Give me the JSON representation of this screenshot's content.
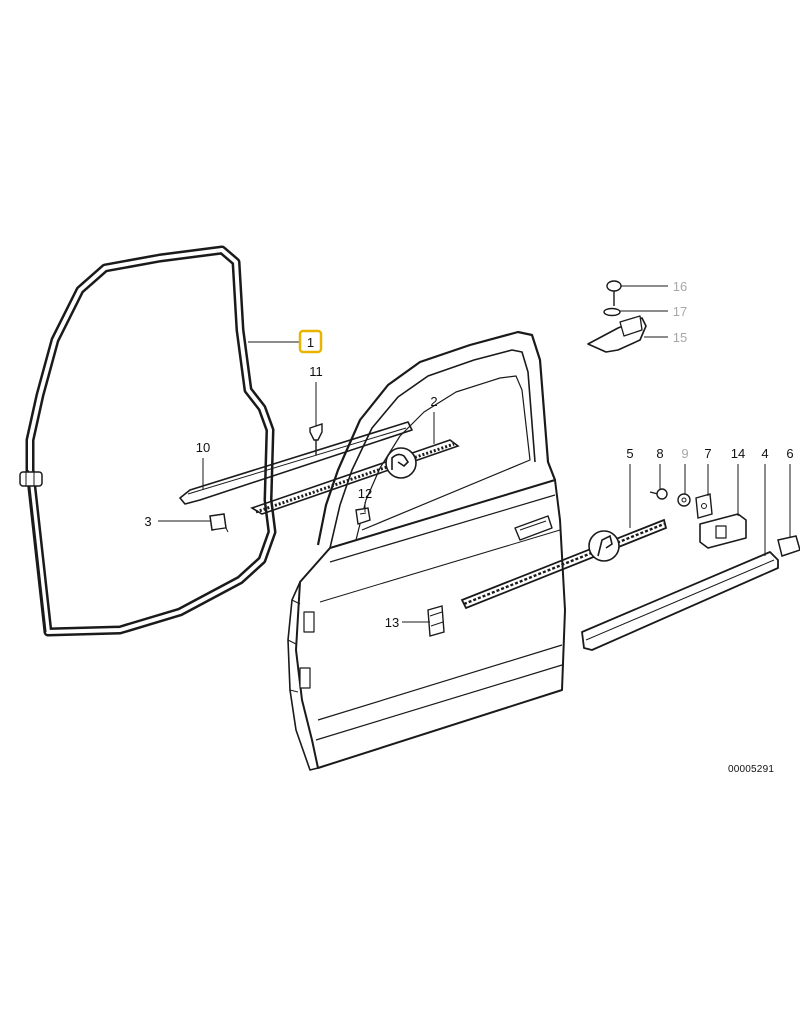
{
  "diagram_number": "00005291",
  "highlighted_callout": "1",
  "callouts": [
    {
      "id": "1",
      "label": "1",
      "highlighted": true
    },
    {
      "id": "2",
      "label": "2"
    },
    {
      "id": "3",
      "label": "3"
    },
    {
      "id": "4",
      "label": "4"
    },
    {
      "id": "5",
      "label": "5"
    },
    {
      "id": "6",
      "label": "6"
    },
    {
      "id": "7",
      "label": "7"
    },
    {
      "id": "8",
      "label": "8"
    },
    {
      "id": "9",
      "label": "9",
      "muted": true
    },
    {
      "id": "10",
      "label": "10"
    },
    {
      "id": "11",
      "label": "11"
    },
    {
      "id": "12",
      "label": "12"
    },
    {
      "id": "13",
      "label": "13"
    },
    {
      "id": "14",
      "label": "14"
    },
    {
      "id": "15",
      "label": "15",
      "muted": true
    },
    {
      "id": "16",
      "label": "16",
      "muted": true
    },
    {
      "id": "17",
      "label": "17",
      "muted": true
    }
  ],
  "colors": {
    "line": "#1a1a1a",
    "highlight": "#e8b400",
    "muted": "#a8a8a8",
    "background": "#ffffff"
  }
}
